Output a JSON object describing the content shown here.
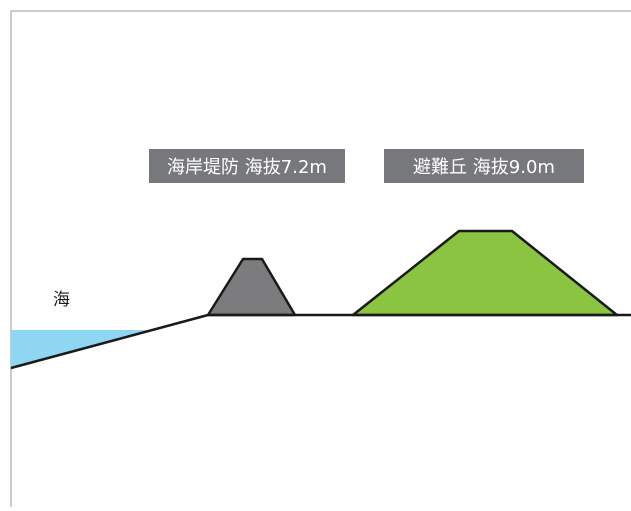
{
  "labels": {
    "sea": "海",
    "seawall": "海岸堤防 海抜7.2m",
    "evac_hill": "避難丘 海抜9.0m"
  },
  "colors": {
    "sea": "#8fd6f2",
    "seawall": "#7c7c7e",
    "evac_hill": "#8ac440",
    "label_bg": "#77787b",
    "label_text": "#ffffff",
    "ground_line": "#1a1a1a",
    "frame": "#9a9a9a"
  }
}
